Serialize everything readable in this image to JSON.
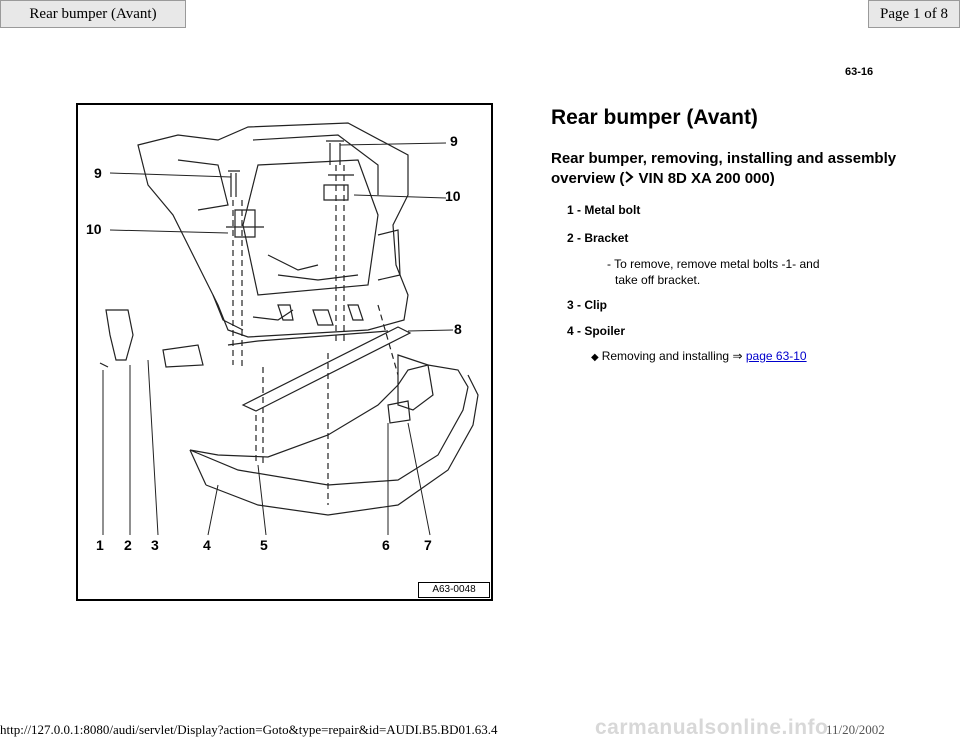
{
  "header": {
    "doc_title": "Rear bumper (Avant)",
    "page_indicator": "Page 1 of 8"
  },
  "page_number": "63-16",
  "figure": {
    "id_label": "A63-0048",
    "callouts": [
      "1",
      "2",
      "3",
      "4",
      "5",
      "6",
      "7",
      "8",
      "9",
      "9",
      "10",
      "10"
    ]
  },
  "content": {
    "title": "Rear bumper (Avant)",
    "subtitle_prefix": "Rear bumper, removing, installing and assembly overview (",
    "subtitle_vin": " VIN 8D XA 200 000)",
    "items": [
      {
        "label": "1 - Metal bolt"
      },
      {
        "label": "2 - Bracket",
        "note_line1": "- To remove, remove metal bolts -1- and",
        "note_line2": "take off bracket."
      },
      {
        "label": "3 - Clip"
      },
      {
        "label": "4 - Spoiler",
        "bullet_text": "Removing and installing ",
        "arrow": "⇒",
        "link": "page 63-10"
      }
    ]
  },
  "footer": {
    "url": "http://127.0.0.1:8080/audi/servlet/Display?action=Goto&type=repair&id=AUDI.B5.BD01.63.4",
    "date": "11/20/2002",
    "watermark": "carmanualsonline.info"
  }
}
